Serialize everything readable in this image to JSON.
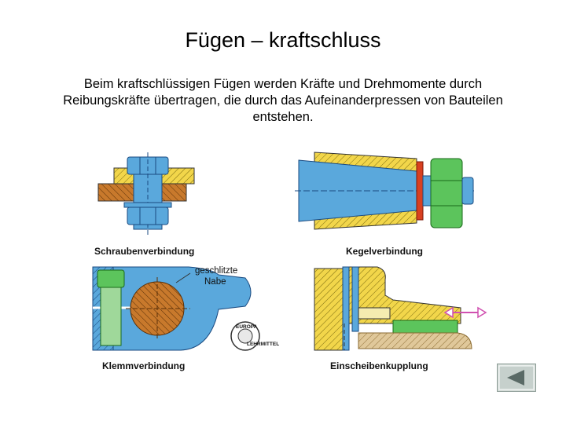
{
  "title": "Fügen – kraftschluss",
  "intro": "Beim kraftschlüssigen Fügen werden Kräfte und Drehmomente durch Reibungskräfte übertragen, die durch das Aufeinanderpressen von Bauteilen entstehen.",
  "figure": {
    "captions": {
      "screw": "Schraubenverbindung",
      "cone": "Kegelverbindung",
      "clamp": "Klemmverbindung",
      "clutch": "Einscheibenkupplung"
    },
    "hub_label_line1": "geschlitzte",
    "hub_label_line2": "Nabe",
    "logo": {
      "top": "EUROPA",
      "bottom": "LEHRMITTEL"
    }
  },
  "nav": {
    "back_icon": "triangle-left-icon"
  },
  "colors": {
    "steel_blue": "#5aa8dc",
    "hatch_yellow": "#f2d64a",
    "hatch_brown": "#c8792c",
    "green": "#5cc45c",
    "red": "#d84020",
    "arrow_pink": "#d050b0"
  }
}
